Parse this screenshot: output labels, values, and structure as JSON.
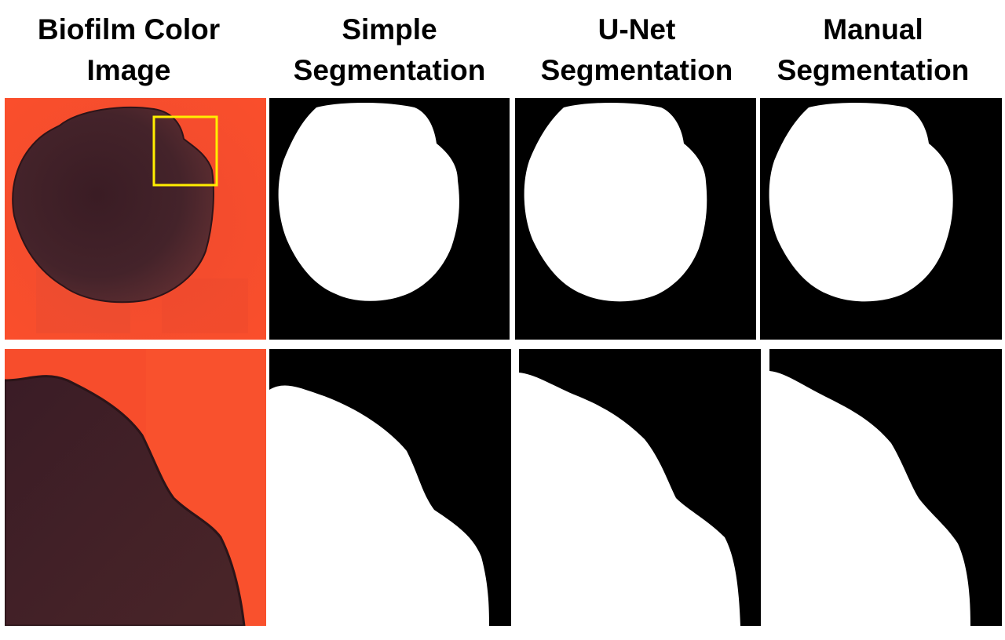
{
  "headers": [
    {
      "line1": "Biofilm Color",
      "line2": "Image"
    },
    {
      "line1": "Simple",
      "line2": "Segmentation"
    },
    {
      "line1": "U-Net",
      "line2": "Segmentation"
    },
    {
      "line1": "Manual",
      "line2": "Segmentation"
    }
  ],
  "colors": {
    "agar_orange": "#f24a2c",
    "biofilm_dark": "#3a1e25",
    "roi_box": "#ffee00",
    "mask_background": "#000000",
    "mask_foreground": "#ffffff"
  }
}
